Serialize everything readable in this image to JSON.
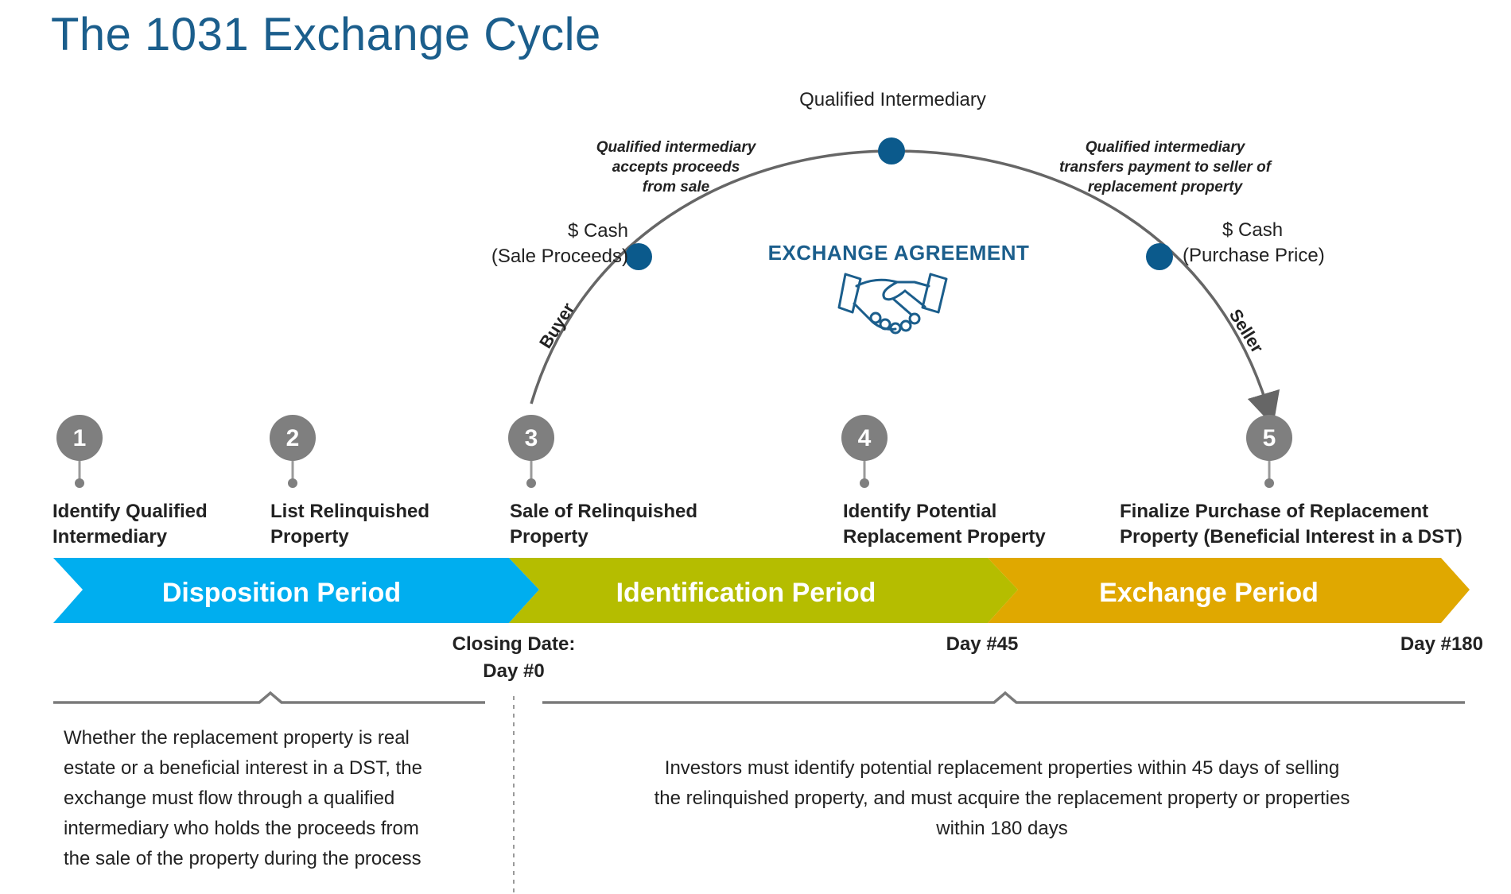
{
  "title": "The 1031 Exchange Cycle",
  "arc": {
    "intermediary": "Qualified Intermediary",
    "cash_left": "$ Cash",
    "cash_left_sub": "(Sale Proceeds)",
    "cash_right": "$ Cash",
    "cash_right_sub": "(Purchase Price)",
    "note_left": [
      "Qualified intermediary",
      "accepts proceeds",
      "from sale"
    ],
    "note_right": [
      "Qualified intermediary",
      "transfers payment to seller of",
      "replacement property"
    ],
    "buyer": "Buyer",
    "seller": "Seller",
    "agreement": "EXCHANGE AGREEMENT"
  },
  "steps": [
    {
      "number": "1",
      "label": [
        "Identify Qualified",
        "Intermediary"
      ]
    },
    {
      "number": "2",
      "label": [
        "List Relinquished",
        "Property"
      ]
    },
    {
      "number": "3",
      "label": [
        "Sale of Relinquished",
        "Property"
      ]
    },
    {
      "number": "4",
      "label": [
        "Identify Potential",
        "Replacement Property"
      ]
    },
    {
      "number": "5",
      "label": [
        "Finalize Purchase of Replacement",
        "Property (Beneficial Interest in a DST)"
      ]
    }
  ],
  "periods": [
    {
      "label": "Disposition Period",
      "color": "#00aeef"
    },
    {
      "label": "Identification Period",
      "color": "#b5bd00"
    },
    {
      "label": "Exchange Period",
      "color": "#e0a800"
    }
  ],
  "days": {
    "closing": [
      "Closing Date:",
      "Day #0"
    ],
    "day45": "Day #45",
    "day180": "Day #180"
  },
  "notes": {
    "left": [
      "Whether the replacement property is real",
      "estate or a beneficial interest in a DST, the",
      "exchange must flow through a qualified",
      "intermediary who holds the proceeds from",
      "the sale of the property during the process"
    ],
    "right": [
      "Investors must identify potential replacement properties within 45 days of selling",
      "the relinquished property, and must acquire the replacement property or properties",
      "within 180 days"
    ]
  },
  "colors": {
    "accent": "#1b5e8c",
    "node": "#0b5a8c",
    "step_circle": "#7f7f7f",
    "line": "#7a7a7a"
  },
  "icons": [
    "handshake-icon"
  ]
}
